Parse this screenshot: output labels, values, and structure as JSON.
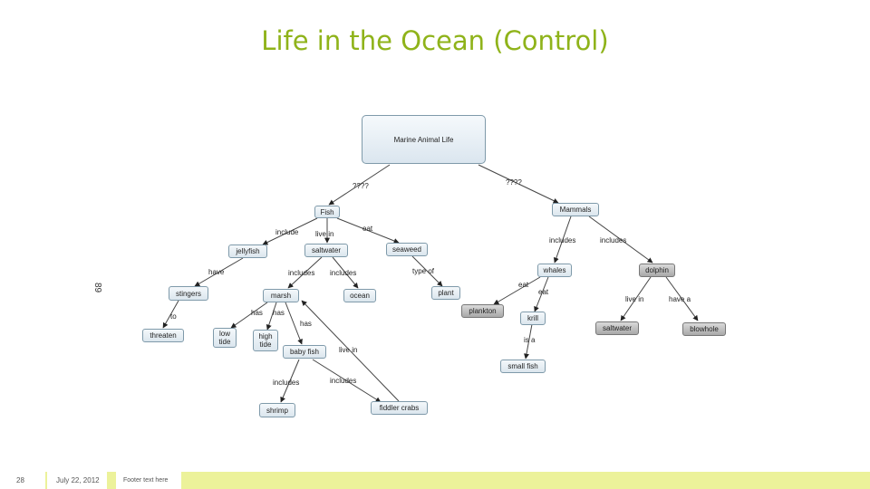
{
  "slide": {
    "title": "Life in the Ocean (Control)",
    "side_number": "89"
  },
  "footer": {
    "page_number": "28",
    "date": "July 22, 2012",
    "text": "Footer text here"
  },
  "concept_map": {
    "nodes": {
      "root": "Marine Animal Life",
      "fish": "Fish",
      "mammals": "Mammals",
      "jellyfish": "jellyfish",
      "saltwater": "saltwater",
      "seaweed": "seaweed",
      "stingers": "stingers",
      "marsh": "marsh",
      "ocean": "ocean",
      "plant": "plant",
      "threaten": "threaten",
      "low_tide": "low tide",
      "high_tide": "high tide",
      "baby_fish": "baby fish",
      "shrimp": "shrimp",
      "fiddler_crabs": "fiddler crabs",
      "whales": "whales",
      "dolphin": "dolphin",
      "plankton": "plankton",
      "krill": "krill",
      "small_fish": "small fish",
      "saltwater2": "saltwater",
      "blowhole": "blowhole"
    },
    "links": {
      "q1": "????",
      "q2": "????",
      "include": "include",
      "live_in": "live in",
      "eat1": "eat",
      "includes_m1": "includes",
      "includes_m2": "includes",
      "have": "have",
      "includes_s1": "includes",
      "includes_s2": "includes",
      "type_of": "type of",
      "to": "to",
      "has1": "has",
      "has2": "has",
      "has3": "has",
      "live_in2": "live in",
      "includes_b1": "includes",
      "includes_b2": "includes",
      "eat2": "eat",
      "eat3": "eat",
      "live_in3": "live in",
      "have_a": "have a",
      "is_a": "is a"
    }
  }
}
